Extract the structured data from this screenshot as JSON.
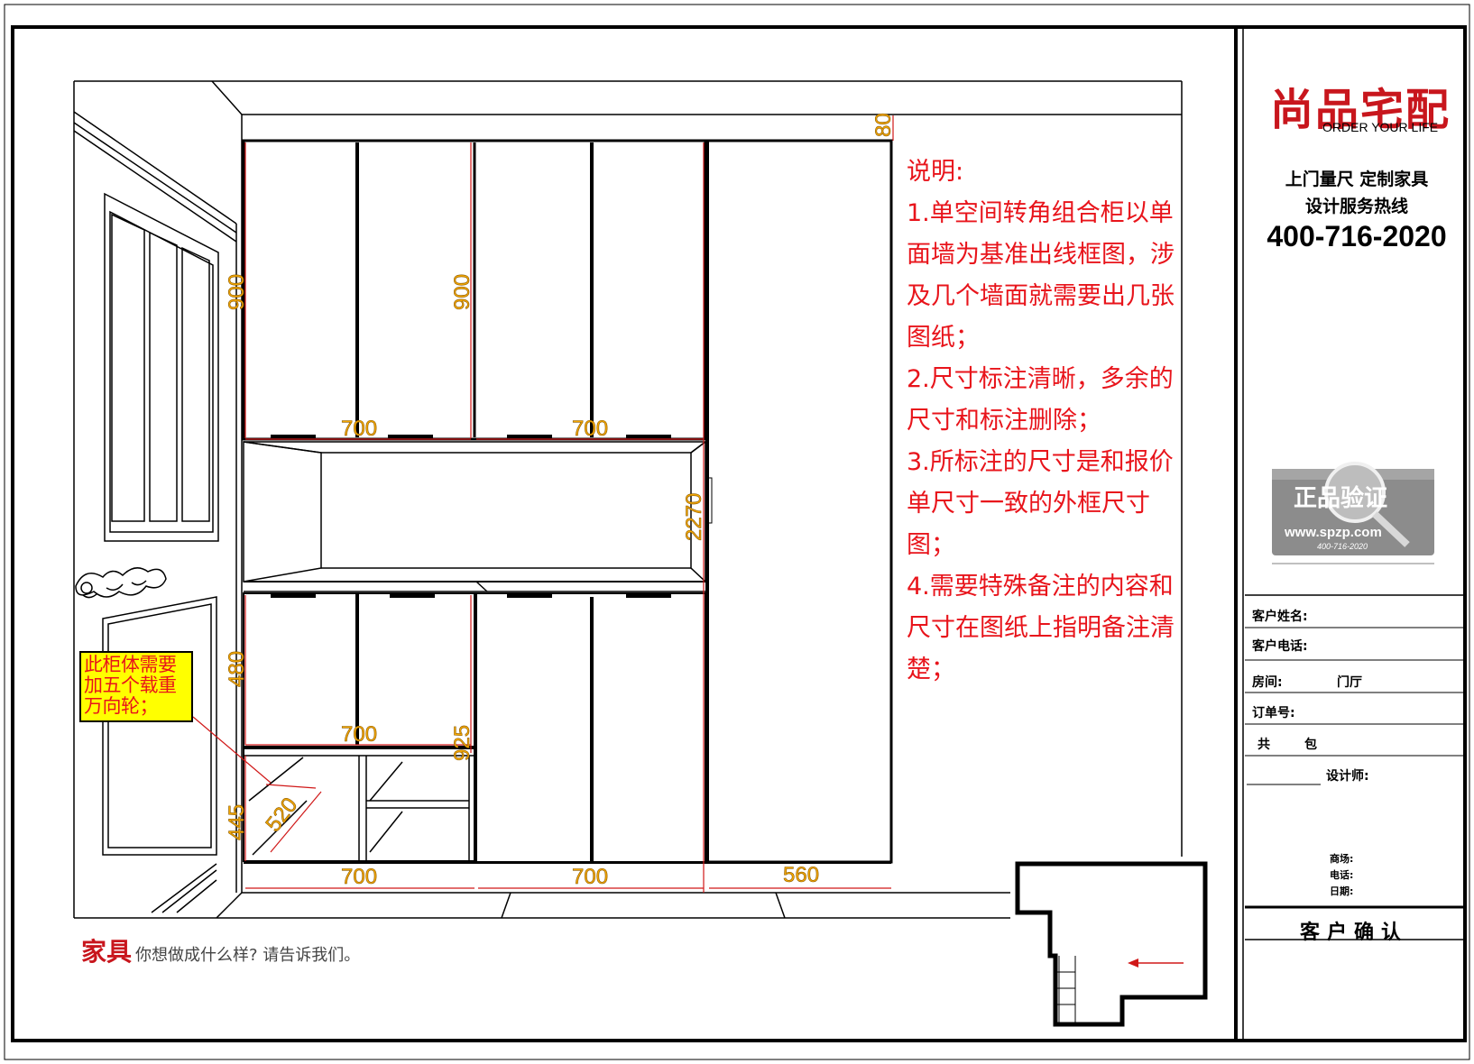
{
  "notes": {
    "heading": "说明:",
    "items": [
      "1.单空间转角组合柜以单面墙为基准出线框图，涉及几个墙面就需要出几张图纸；",
      "2.尺寸标注清晰，多余的尺寸和标注删除；",
      "3.所标注的尺寸是和报价单尺寸一致的外框尺寸图；",
      "4.需要特殊备注的内容和尺寸在图纸上指明备注清楚；"
    ]
  },
  "callout": "此柜体需要加五个载重万向轮；",
  "dimensions": {
    "top_gap": "80",
    "upper_left_height": "900",
    "upper_mid_height": "900",
    "upper_left_width": "700",
    "upper_mid_width": "700",
    "total_height": "2270",
    "lower_cabinet_height": "480",
    "lower_cabinet_width": "700",
    "lower_right_height": "925",
    "open_shelf_height": "445",
    "open_shelf_depth": "520",
    "bottom_left_width": "700",
    "bottom_mid_width": "700",
    "bottom_right_width": "560"
  },
  "tagline": {
    "big": "家具",
    "small": "你想做成什么样? 请告诉我们。"
  },
  "title_block": {
    "brand": "尚品宅配",
    "brand_sub": "ORDER YOUR LIFE",
    "service_line1": "上门量尺 定制家具",
    "service_line2": "设计服务热线",
    "phone": "400-716-2020",
    "stamp_main": "正品验证",
    "stamp_url": "www.spzp.com",
    "stamp_phone": "400-716-2020",
    "customer_name_label": "客户姓名:",
    "customer_phone_label": "客户电话:",
    "room_label": "房间:",
    "room_value": "门厅",
    "order_label": "订单号:",
    "total_label": "共",
    "pack_label": "包",
    "designer_label": "设计师:",
    "mall_label": "商场:",
    "tel_label": "电话:",
    "date_label": "日期:",
    "confirm": "客户确认"
  },
  "colors": {
    "note_red": "#e8141b",
    "brand_red": "#c8161d",
    "dimension_yellow": "#f5a800",
    "callout_bg": "#ffff00"
  }
}
